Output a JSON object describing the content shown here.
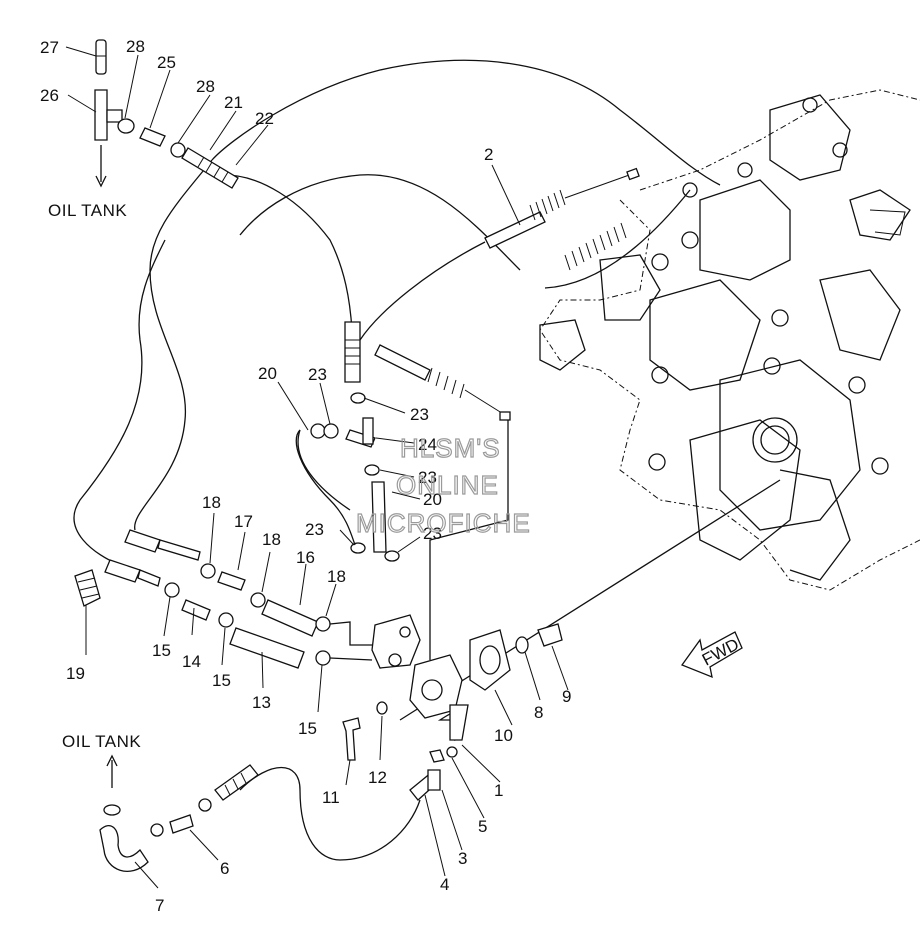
{
  "watermark": [
    "HLSM'S",
    "ONLINE",
    "MICROFICHE"
  ],
  "captions": {
    "oil_tank_top": "OIL TANK",
    "oil_tank_bottom": "OIL TANK",
    "fwd": "FWD"
  },
  "callouts": {
    "c1": "1",
    "c2": "2",
    "c3": "3",
    "c4": "4",
    "c5": "5",
    "c6": "6",
    "c7": "7",
    "c8": "8",
    "c9": "9",
    "c10": "10",
    "c11": "11",
    "c12": "12",
    "c13": "13",
    "c14": "14",
    "c15a": "15",
    "c15b": "15",
    "c15c": "15",
    "c16": "16",
    "c17": "17",
    "c18a": "18",
    "c18b": "18",
    "c18c": "18",
    "c19": "19",
    "c20a": "20",
    "c20b": "20",
    "c21": "21",
    "c22": "22",
    "c23a": "23",
    "c23b": "23",
    "c23c": "23",
    "c23d": "23",
    "c23e": "23",
    "c24": "24",
    "c25": "25",
    "c26": "26",
    "c27": "27",
    "c28a": "28",
    "c28b": "28"
  }
}
